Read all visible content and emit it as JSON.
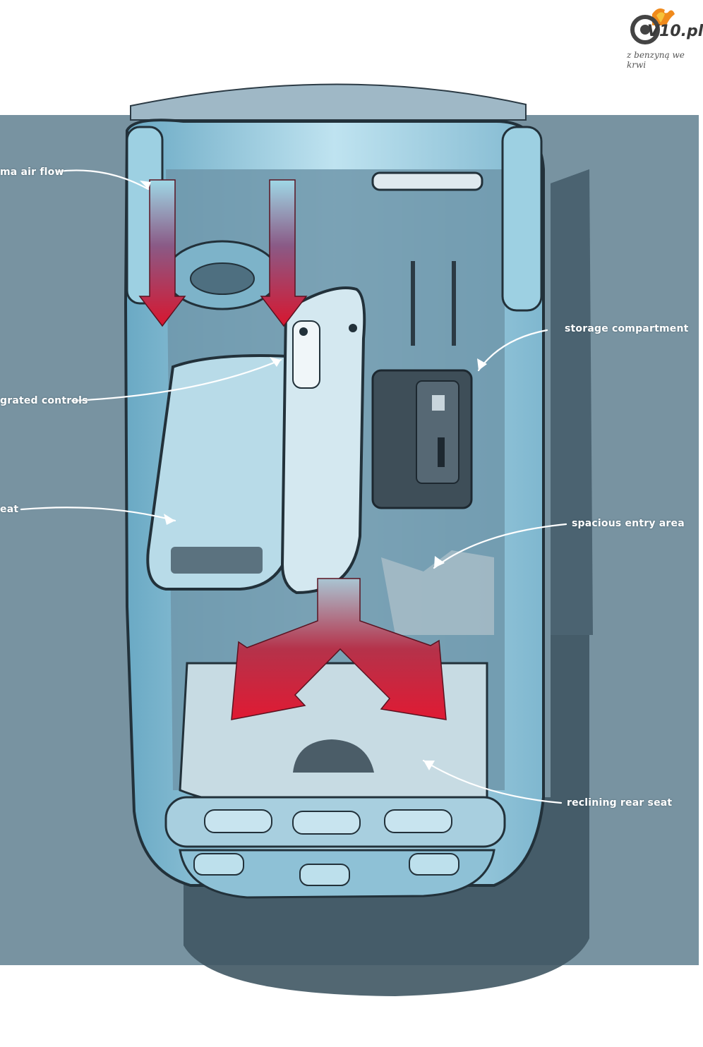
{
  "logo": {
    "name": "V10.pl",
    "tagline": "z benzyną we krwi",
    "icon": "flaming-wheel-icon"
  },
  "annotations": [
    {
      "id": "air-flow",
      "text": "ma air flow"
    },
    {
      "id": "integrated-controls",
      "text": "grated controls"
    },
    {
      "id": "seat",
      "text": "eat"
    },
    {
      "id": "storage",
      "text": "storage compartment"
    },
    {
      "id": "entry",
      "text": "spacious entry area"
    },
    {
      "id": "rear-seat",
      "text": "reclining rear seat"
    }
  ],
  "colors": {
    "background": "#7893a1",
    "body": "#8fc6dc",
    "shadow": "#3f5663",
    "airflow": "#d8162f"
  }
}
